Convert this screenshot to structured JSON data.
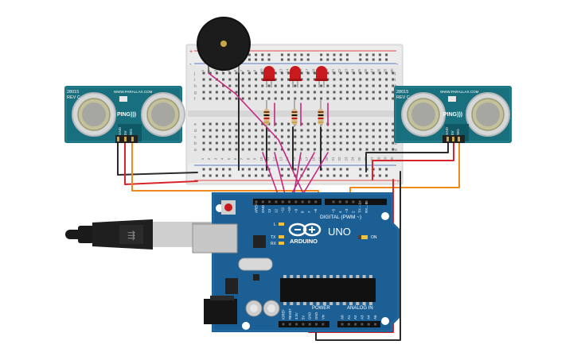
{
  "sensor_left": {
    "part_code": "28015",
    "revision": "REV C",
    "website": "WWW.PARALLAX.COM",
    "brand": "PING)))",
    "pins": [
      "GND",
      "5V",
      "SIG"
    ]
  },
  "sensor_right": {
    "part_code": "28015",
    "revision": "REV C",
    "website": "WWW.PARALLAX.COM",
    "brand": "PING)))",
    "pins": [
      "GND",
      "5V",
      "SIG"
    ]
  },
  "arduino": {
    "logo": "ARDUINO",
    "model": "UNO",
    "digital_label": "DIGITAL (PWM ~)",
    "digital_pins": [
      "AREF",
      "GND",
      "13",
      "12",
      "~11",
      "~10",
      "~9",
      "8",
      "7",
      "~6",
      "~5",
      "4",
      "~3",
      "2",
      "TX→1",
      "RX←0"
    ],
    "led_labels": [
      "L",
      "TX",
      "RX"
    ],
    "on_label": "ON",
    "power_label": "POWER",
    "power_pins": [
      "IOREF",
      "RESET",
      "3.3V",
      "5V",
      "GND",
      "GND",
      "Vin"
    ],
    "analog_label": "ANALOG IN",
    "analog_pins": [
      "A0",
      "A1",
      "A2",
      "A3",
      "A4",
      "A5"
    ]
  },
  "breadboard": {
    "row_letters": [
      "j",
      "i",
      "h",
      "g",
      "f",
      "e",
      "d",
      "c",
      "b",
      "a"
    ],
    "column_numbers": [
      "1",
      "2",
      "3",
      "4",
      "5",
      "6",
      "7",
      "8",
      "9",
      "10",
      "11",
      "12",
      "13",
      "14",
      "15",
      "16",
      "17",
      "18",
      "19",
      "20",
      "21",
      "22",
      "23",
      "24",
      "25",
      "26",
      "27",
      "28",
      "29",
      "30"
    ],
    "rail_plus": "+",
    "rail_minus": "-"
  },
  "colors": {
    "board_blue": "#1c5f94",
    "sensor_teal": "#186f7e",
    "wire_red": "#d7262b",
    "wire_black": "#2b2b2b",
    "wire_orange": "#ef8a1a",
    "wire_magenta": "#c4287f",
    "led_red": "#c8191f"
  },
  "icons": [
    "usb-cable-icon",
    "buzzer-icon",
    "led-icon",
    "resistor-icon",
    "ultrasonic-sensor-icon"
  ]
}
